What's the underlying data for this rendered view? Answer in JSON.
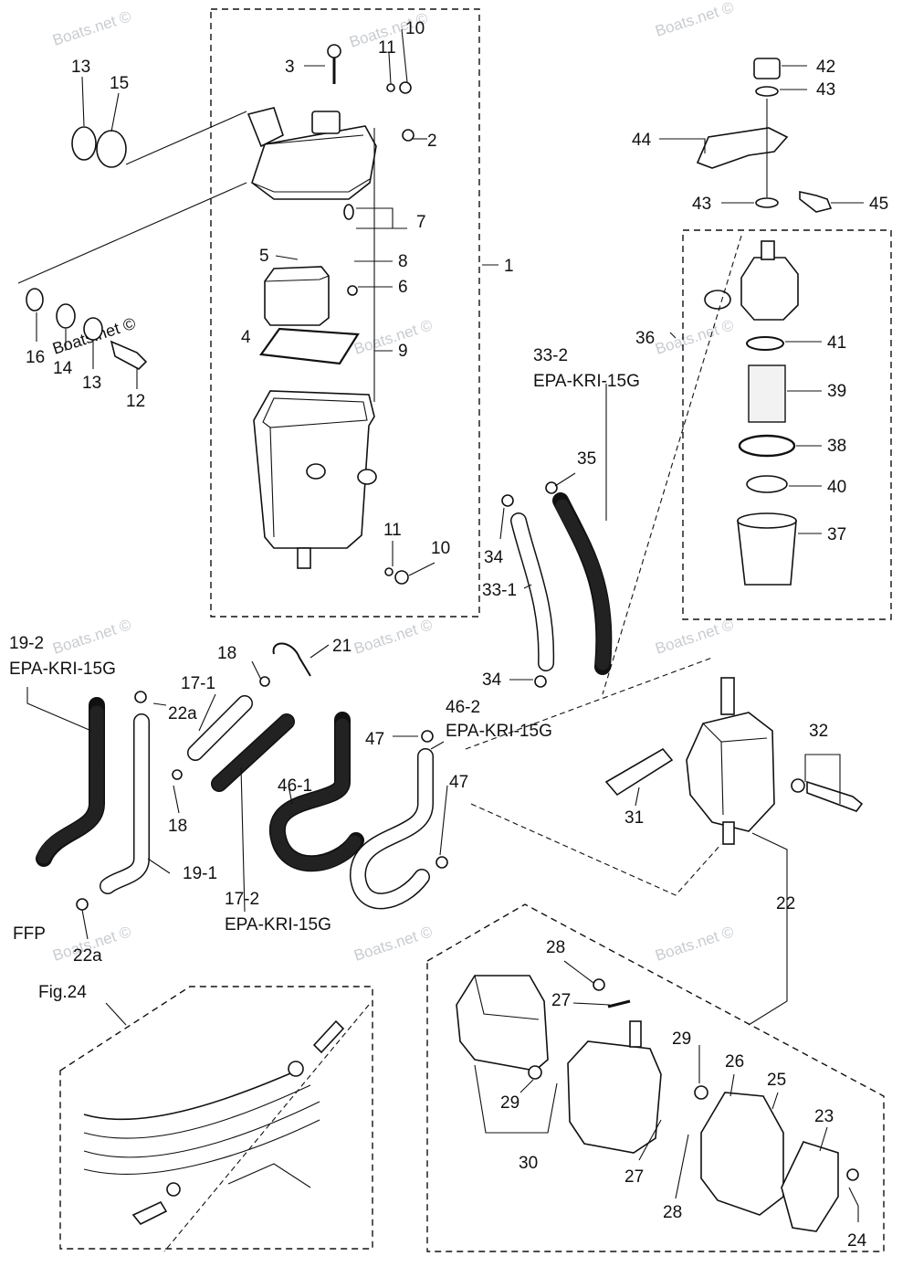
{
  "watermark": "Boats.net ©",
  "labels": {
    "l1": "1",
    "l2": "2",
    "l3": "3",
    "l4": "4",
    "l5": "5",
    "l6": "6",
    "l7": "7",
    "l8": "8",
    "l9": "9",
    "l10a": "10",
    "l10b": "10",
    "l11a": "11",
    "l11b": "11",
    "l12": "12",
    "l13a": "13",
    "l13b": "13",
    "l14": "14",
    "l15": "15",
    "l16": "16",
    "l17_1": "17-1",
    "l17_2": "17-2",
    "l18a": "18",
    "l18b": "18",
    "l19_1": "19-1",
    "l19_2": "19-2",
    "l21": "21",
    "l22": "22",
    "l22a_a": "22a",
    "l22a_b": "22a",
    "l23": "23",
    "l24": "24",
    "l25": "25",
    "l26": "26",
    "l27a": "27",
    "l27b": "27",
    "l28a": "28",
    "l28b": "28",
    "l29a": "29",
    "l29b": "29",
    "l30": "30",
    "l31": "31",
    "l32": "32",
    "l33_1": "33-1",
    "l33_2": "33-2",
    "l34a": "34",
    "l34b": "34",
    "l35": "35",
    "l36": "36",
    "l37": "37",
    "l38": "38",
    "l39": "39",
    "l40": "40",
    "l41": "41",
    "l42": "42",
    "l43a": "43",
    "l43b": "43",
    "l44": "44",
    "l45": "45",
    "l46_1": "46-1",
    "l46_2": "46-2",
    "l47a": "47",
    "l47b": "47",
    "epa1": "EPA-KRI-15G",
    "epa2": "EPA-KRI-15G",
    "epa3": "EPA-KRI-15G",
    "epa4": "EPA-KRI-15G",
    "ffp": "FFP",
    "fig": "Fig.24"
  }
}
